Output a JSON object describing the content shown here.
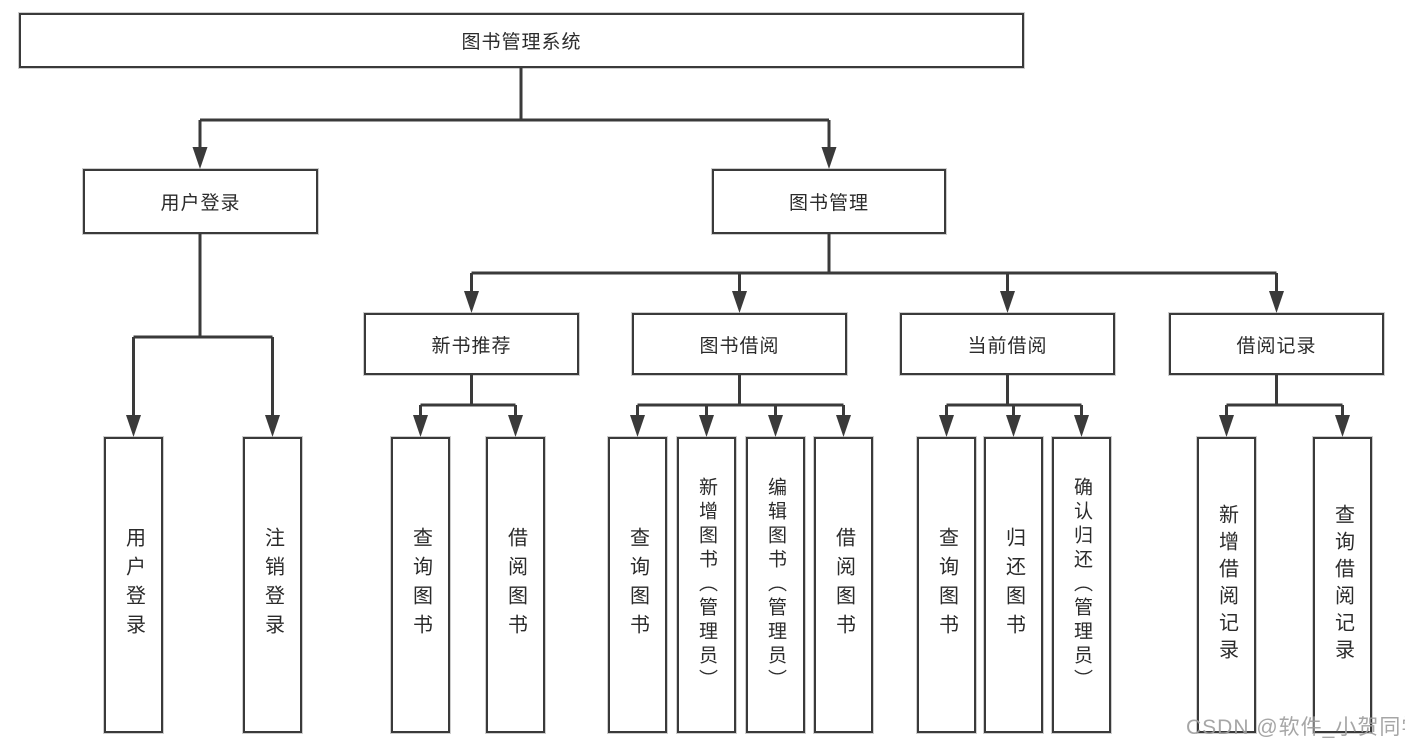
{
  "diagram": {
    "title": "图书管理系统",
    "root": {
      "label": "图书管理系统"
    },
    "level2": [
      {
        "label": "用户登录"
      },
      {
        "label": "图书管理"
      }
    ],
    "level3": [
      {
        "label": "新书推荐"
      },
      {
        "label": "图书借阅"
      },
      {
        "label": "当前借阅"
      },
      {
        "label": "借阅记录"
      }
    ],
    "leaves": {
      "login": [
        "用户登录",
        "注销登录"
      ],
      "recommend": [
        "查询图书",
        "借阅图书"
      ],
      "borrow": [
        "查询图书",
        "新增图书（管理员）",
        "编辑图书（管理员）",
        "借阅图书"
      ],
      "current": [
        "查询图书",
        "归还图书",
        "确认归还（管理员）"
      ],
      "records": [
        "新增借阅记录",
        "查询借阅记录"
      ]
    }
  },
  "watermark": "CSDN @软件_小贺同学",
  "colors": {
    "line": "#3a3a3a",
    "box_border": "#3a3a3a",
    "box_bg": "#ffffff",
    "text": "#2b2b2b",
    "watermark": "#9e9e9e"
  }
}
